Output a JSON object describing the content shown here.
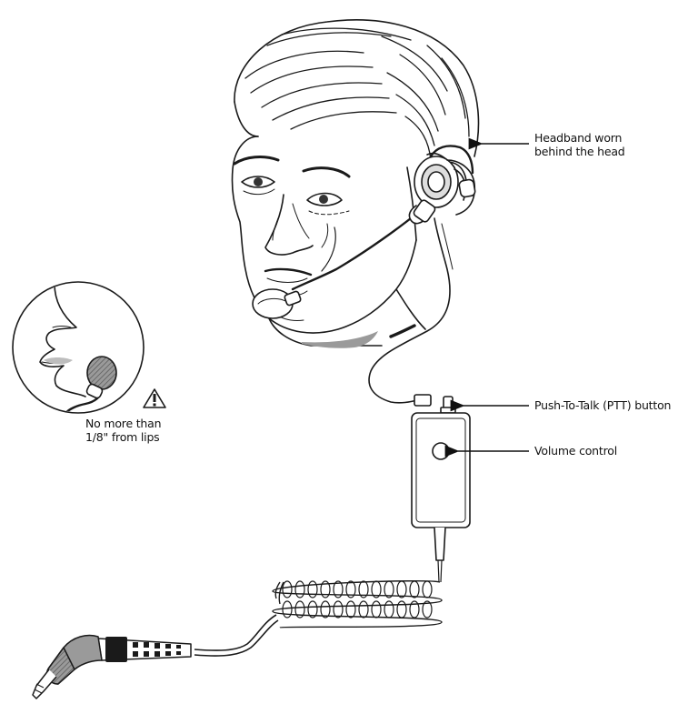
{
  "labels": {
    "headband_line1": "Headband worn",
    "headband_line2": "behind the head",
    "ptt": "Push-To-Talk (PTT) button",
    "volume": "Volume control",
    "lips_line1": "No more than",
    "lips_line2": "1/8\" from lips"
  },
  "icons": {
    "warning": "warning-triangle-icon"
  },
  "colors": {
    "line": "#1a1a1a",
    "shade": "#8a8a8a",
    "shade_light": "#bdbdbd"
  }
}
